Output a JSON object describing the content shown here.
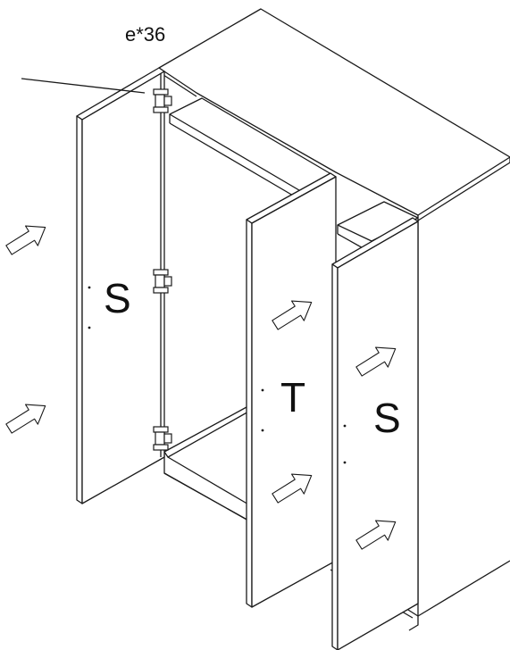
{
  "callout": {
    "part_code": "e*36"
  },
  "panels": {
    "left_door": "S",
    "middle_door": "T",
    "right_door": "S"
  },
  "colors": {
    "line": "#1a1a1a",
    "background": "#ffffff"
  },
  "icons": [
    "push-arrow-icon",
    "hinge-icon",
    "screw-hole-dot"
  ]
}
